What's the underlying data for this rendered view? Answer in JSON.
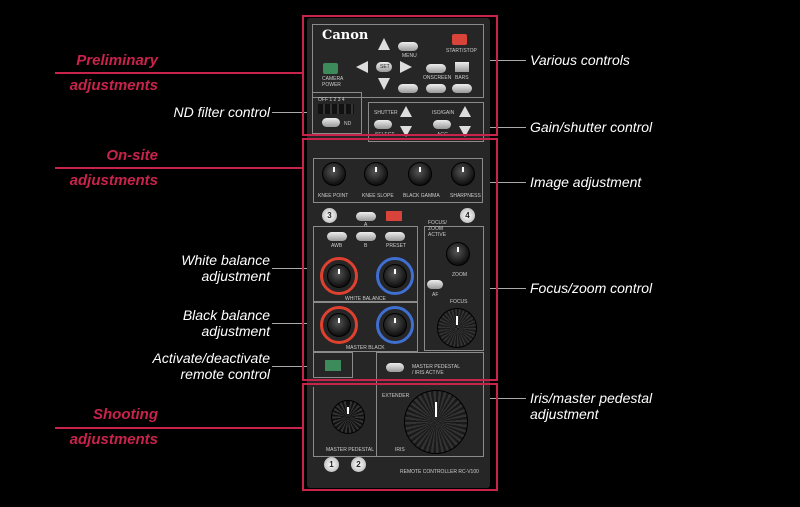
{
  "left_labels": {
    "preliminary": [
      "Preliminary",
      "adjustments"
    ],
    "nd_filter": "ND filter control",
    "on_site": [
      "On-site",
      "adjustments"
    ],
    "white_balance": [
      "White balance",
      "adjustment"
    ],
    "black_balance": [
      "Black balance",
      "adjustment"
    ],
    "remote": [
      "Activate/deactivate",
      "remote control"
    ],
    "shooting": [
      "Shooting",
      "adjustments"
    ]
  },
  "right_labels": {
    "various": "Various controls",
    "gain_shutter": "Gain/shutter control",
    "image": "Image adjustment",
    "focus_zoom": "Focus/zoom control",
    "iris": [
      "Iris/master pedestal",
      "adjustment"
    ]
  },
  "device": {
    "brand": "Canon",
    "start_stop": "START/STOP",
    "menu": "MENU",
    "set": "SET",
    "camera_power": "CAMERA POWER",
    "onscreen": "ONSCREEN",
    "bars": "BARS",
    "nd_scale": "OFF 1 2 3 4",
    "nd": "ND",
    "shutter": "SHUTTER",
    "select": "SELECT",
    "iso_gain": "ISO/GAIN",
    "agc": "AGC",
    "knobs": [
      "KNEE POINT",
      "KNEE SLOPE",
      "BLACK GAMMA",
      "SHARPNESS"
    ],
    "wb_a": "A",
    "wb_b": "B",
    "awb": "AWB",
    "preset": "PRESET",
    "white_balance": "WHITE BALANCE",
    "master_black": "MASTER BLACK",
    "focus_zoom_active": "FOCUS/ ZOOM ACTIVE",
    "zoom": "ZOOM",
    "af": "AF",
    "focus": "FOCUS",
    "mp_iris_active": "MASTER PEDESTAL / IRIS ACTIVE",
    "extender": "EXTENDER",
    "master_pedestal": "MASTER PEDESTAL",
    "iris": "IRIS",
    "num1": "1",
    "num2": "2",
    "num3": "3",
    "num4": "4",
    "model": "REMOTE CONTROLLER RC-V100"
  },
  "colors": {
    "accent": "#c8234b",
    "red_button": "#d9443a",
    "green_button": "#3d8a5a",
    "wb_red": "#e0412f",
    "wb_blue": "#3f6fd0"
  }
}
